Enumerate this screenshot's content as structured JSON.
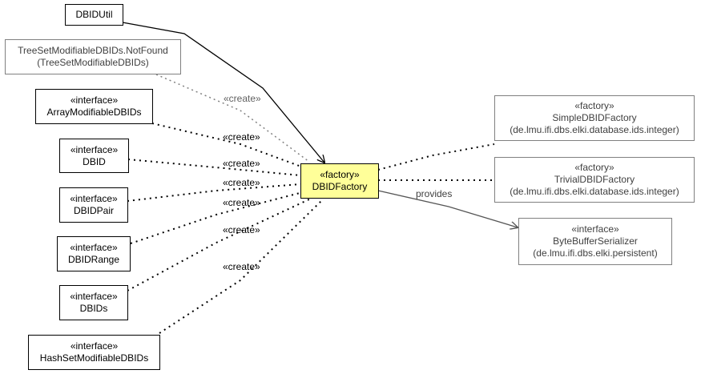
{
  "nodes": {
    "dbidutil": {
      "lines": [
        "DBIDUtil"
      ]
    },
    "notfound": {
      "lines": [
        "TreeSetModifiableDBIDs.NotFound",
        "(TreeSetModifiableDBIDs)"
      ]
    },
    "arraymod": {
      "lines": [
        "«interface»",
        "ArrayModifiableDBIDs"
      ]
    },
    "dbid": {
      "lines": [
        "«interface»",
        "DBID"
      ]
    },
    "dbidpair": {
      "lines": [
        "«interface»",
        "DBIDPair"
      ]
    },
    "dbidrange": {
      "lines": [
        "«interface»",
        "DBIDRange"
      ]
    },
    "dbids": {
      "lines": [
        "«interface»",
        "DBIDs"
      ]
    },
    "hashset": {
      "lines": [
        "«interface»",
        "HashSetModifiableDBIDs"
      ]
    },
    "factory": {
      "lines": [
        "«factory»",
        "DBIDFactory"
      ]
    },
    "simple": {
      "lines": [
        "«factory»",
        "SimpleDBIDFactory",
        "(de.lmu.ifi.dbs.elki.database.ids.integer)"
      ]
    },
    "trivial": {
      "lines": [
        "«factory»",
        "TrivialDBIDFactory",
        "(de.lmu.ifi.dbs.elki.database.ids.integer)"
      ]
    },
    "serializer": {
      "lines": [
        "«interface»",
        "ByteBufferSerializer",
        "(de.lmu.ifi.dbs.elki.persistent)"
      ]
    }
  },
  "edge_labels": {
    "create": "«create»",
    "provides": "provides"
  },
  "colors": {
    "focus_fill": "#ffff99",
    "solid_border": "#000000",
    "grey_border": "#808080",
    "grey_text": "#404040"
  }
}
